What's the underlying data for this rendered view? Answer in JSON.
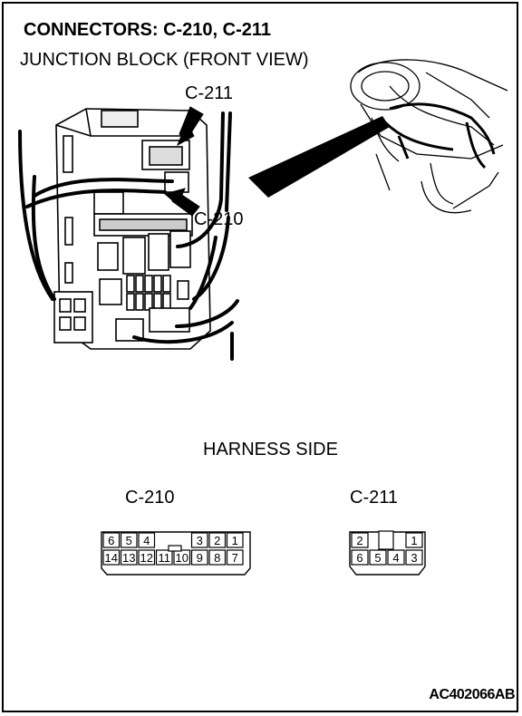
{
  "header": {
    "title": "CONNECTORS: C-210, C-211",
    "subtitle": "JUNCTION BLOCK (FRONT VIEW)"
  },
  "callouts": {
    "c211": "C-211",
    "c210": "C-210"
  },
  "harness": {
    "heading": "HARNESS SIDE",
    "c210_label": "C-210",
    "c211_label": "C-211"
  },
  "c210_pins": {
    "top": [
      "6",
      "5",
      "4",
      "",
      "",
      "3",
      "2",
      "1"
    ],
    "bottom": [
      "14",
      "13",
      "12",
      "11",
      "10",
      "9",
      "8",
      "7"
    ]
  },
  "c211_pins": {
    "top": [
      "2",
      "",
      "",
      "1"
    ],
    "bottom": [
      "6",
      "5",
      "4",
      "3"
    ]
  },
  "footer": {
    "code": "AC402066AB"
  }
}
